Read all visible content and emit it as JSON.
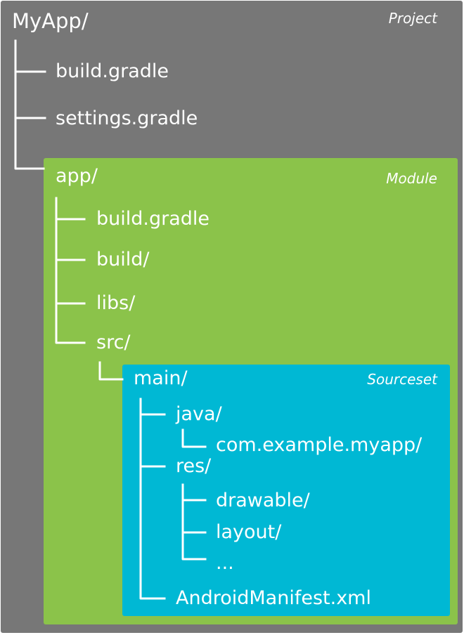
{
  "project": {
    "root": "MyApp/",
    "tag": "Project",
    "items": [
      "build.gradle",
      "settings.gradle"
    ]
  },
  "module": {
    "root": "app/",
    "tag": "Module",
    "items": [
      "build.gradle",
      "build/",
      "libs/",
      "src/"
    ]
  },
  "sourceset": {
    "root": "main/",
    "tag": "Sourceset",
    "java": "java/",
    "java_package": "com.example.myapp/",
    "res": "res/",
    "res_items": [
      "drawable/",
      "layout/",
      "..."
    ],
    "manifest": "AndroidManifest.xml"
  },
  "colors": {
    "project_bg": "#777777",
    "module_bg": "#8bc34a",
    "sourceset_bg": "#00b8d4",
    "text": "#ffffff"
  }
}
